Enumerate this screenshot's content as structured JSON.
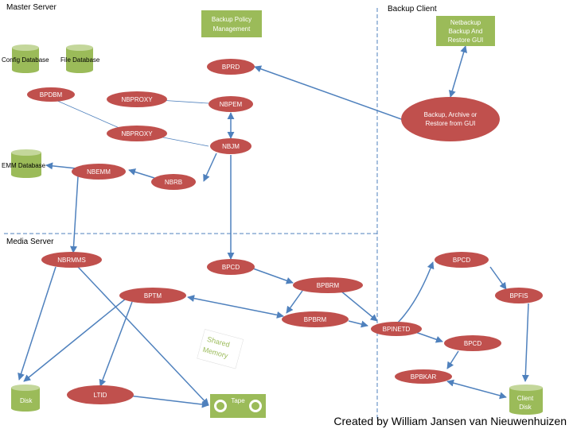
{
  "sections": {
    "master_server": "Master Server",
    "backup_client": "Backup Client",
    "media_server": "Media Server"
  },
  "nodes": {
    "backup_policy": [
      "Backup Policy",
      "Management"
    ],
    "netbackup_gui": [
      "Netbackup",
      "Backup And",
      "Restore GUI"
    ],
    "bprd": "BPRD",
    "bpdbm": "BPDBM",
    "nbproxy1": "NBPROXY",
    "nbpem": "NBPEM",
    "nbproxy2": "NBPROXY",
    "nbjm": "NBJM",
    "backup_archive_gui": [
      "Backup, Archive or",
      "Restore from GUI"
    ],
    "nbemm": "NBEMM",
    "nbrb": "NBRB",
    "nbrmms": "NBRMMS",
    "bpcd_media": "BPCD",
    "bpcd_client_top": "BPCD",
    "bpbrm1": "BPBRM",
    "bptm": "BPTM",
    "bpfis": "BPFIS",
    "bpbrm2": "BPBRM",
    "bpinetd": "BPINETD",
    "bpcd_client_low": "BPCD",
    "bpbkar": "BPBKAR",
    "ltid": "LTID"
  },
  "databases": {
    "config_db": "Config Database",
    "file_db": "File Database",
    "emm_db": "EMM Database",
    "disk": "Disk",
    "client_disk": [
      "Client",
      "Disk"
    ]
  },
  "tape": "Tape",
  "shared_memory": [
    "Shared",
    "Memory"
  ],
  "credit": "Created by William Jansen van Nieuwenhuizen",
  "colors": {
    "node_red": "#c0504d",
    "node_green": "#9bbb59",
    "arrow_blue": "#4f81bd",
    "divider": "#4f81bd"
  }
}
